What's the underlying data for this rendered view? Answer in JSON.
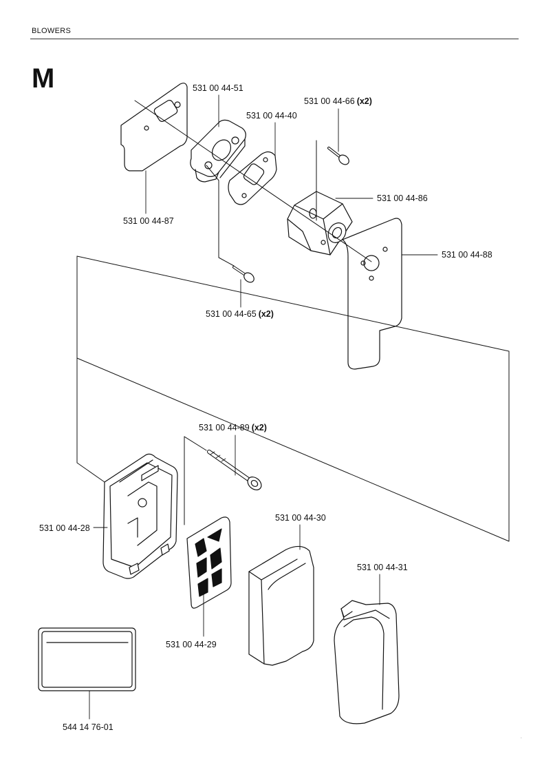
{
  "header": {
    "section": "BLOWERS"
  },
  "section_letter": "M",
  "parts": [
    {
      "part_number": "531 00 44-51",
      "qty": ""
    },
    {
      "part_number": "531 00 44-66",
      "qty": "(x2)"
    },
    {
      "part_number": "531 00 44-40",
      "qty": ""
    },
    {
      "part_number": "531 00 44-86",
      "qty": ""
    },
    {
      "part_number": "531 00 44-87",
      "qty": ""
    },
    {
      "part_number": "531 00 44-88",
      "qty": ""
    },
    {
      "part_number": "531 00 44-65",
      "qty": "(x2)"
    },
    {
      "part_number": "531 00 44-89",
      "qty": "(x2)"
    },
    {
      "part_number": "531 00 44-28",
      "qty": ""
    },
    {
      "part_number": "531 00 44-30",
      "qty": ""
    },
    {
      "part_number": "531 00 44-31",
      "qty": ""
    },
    {
      "part_number": "531 00 44-29",
      "qty": ""
    },
    {
      "part_number": "544 14 76-01",
      "qty": ""
    }
  ],
  "page_mark": "."
}
